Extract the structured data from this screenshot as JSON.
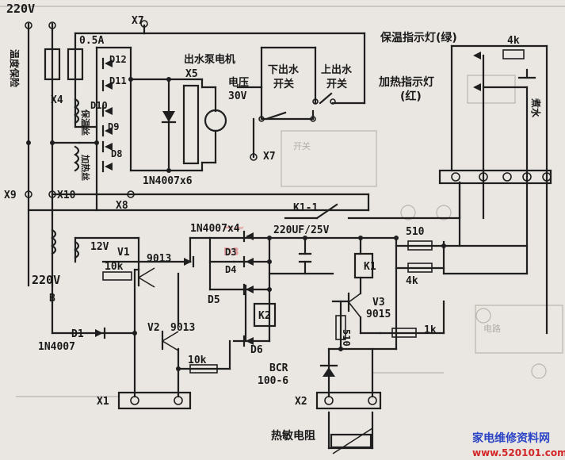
{
  "labels": {
    "v_top": "220V",
    "x7a": "X7",
    "fuse": "0.5A",
    "d12": "D12",
    "d11": "D11",
    "d10": "D10",
    "d9": "D9",
    "d8": "D8",
    "x4": "X4",
    "wendu": "温度保险",
    "baowen": "保温丝",
    "jiare": "加热丝",
    "pump": "出水泵电机",
    "x5": "X5",
    "voltage": "电压",
    "v30": "30V",
    "xia": "下出水",
    "xia2": "开关",
    "shang": "上出水",
    "shang2": "开关",
    "x7b": "X7",
    "diodes6": "1N4007x6",
    "x9": "X9",
    "x10": "X10",
    "x8": "X8",
    "k1": "K1-1",
    "diodes4": "1N4007x4",
    "cap": "220UF/25V",
    "r510a": "510",
    "v12": "12V",
    "v1": "V1",
    "v1t": "9013",
    "d3": "D3",
    "d4": "D4",
    "k1coil": "K1",
    "r4k": "4k",
    "r10k_a": "10k",
    "d5": "D5",
    "k2": "K2",
    "v3": "V3",
    "v3t": "9015",
    "v220b": "220V",
    "b": "B",
    "d1": "D1",
    "d1t": "1N4007",
    "v2": "V2",
    "v2t": "9013",
    "d6": "D6",
    "r510b": "510",
    "r1k": "1k",
    "r10k_b": "10k",
    "bcr": "BCR",
    "bcrt": "100-6",
    "x1": "X1",
    "x2": "X2",
    "thermistor": "热敏电阻",
    "warm_led": "保温指示灯(绿)",
    "r4k_top": "4k",
    "heat_led": "加热指示灯",
    "heat_led2": "(红)",
    "boil": "煮水",
    "watermark": "家电维修资料网",
    "watermark_url": "www.520101.com"
  }
}
